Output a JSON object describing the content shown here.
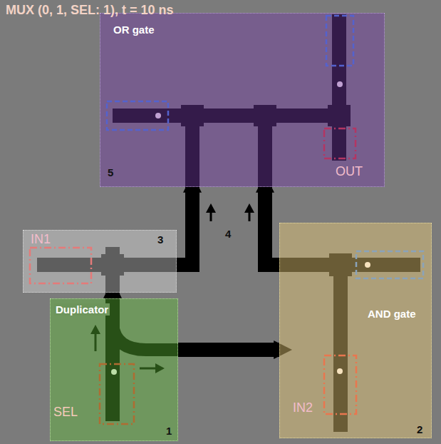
{
  "diagram": {
    "title": "MUX (0, 1, SEL: 1), t = 10 ns",
    "nodes": [
      {
        "text": [
          "OR gate",
          "OUT",
          "5"
        ]
      },
      {
        "text": [
          "IN1",
          "3"
        ]
      },
      {
        "text": [
          "Duplicator",
          "SEL",
          "1"
        ]
      },
      {
        "text": [
          "AND gate",
          "IN2",
          "2"
        ]
      }
    ],
    "edges": [
      {
        "from": 2,
        "to": 1,
        "arrow": "to"
      },
      {
        "from": 2,
        "to": 3,
        "arrow": "to"
      },
      {
        "from": 1,
        "to": 0,
        "arrow": "to"
      },
      {
        "from": 3,
        "to": 0,
        "arrow": "to"
      }
    ],
    "labels": [
      "4"
    ]
  }
}
